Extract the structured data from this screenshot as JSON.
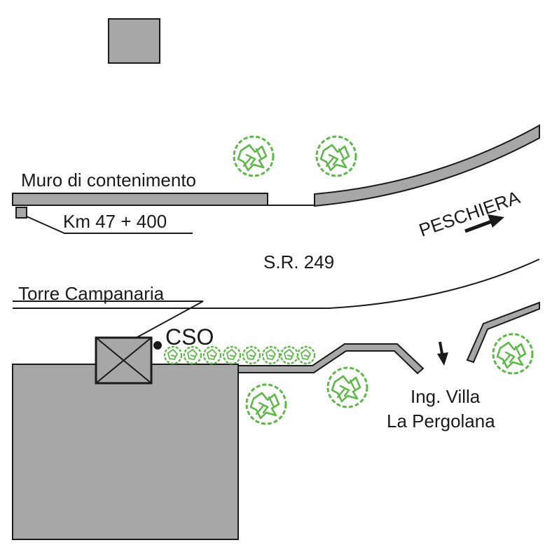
{
  "colors": {
    "building_fill": "#a7a7a7",
    "outline": "#1a1a1a",
    "tree_green": "#5cb847",
    "background": "#ffffff"
  },
  "labels": {
    "muro": "Muro di contenimento",
    "km": "Km 47 + 400",
    "peschiera": "PESCHIERA",
    "road": "S.R. 249",
    "torre": "Torre Campanaria",
    "cso": "CSO",
    "villa_line1": "Ing. Villa",
    "villa_line2": "La Pergolana"
  },
  "icons": {
    "tree": "tree-icon",
    "direction_arrow": "arrow-right-icon",
    "entrance_arrow": "arrow-down-icon",
    "cso_marker": "dot-marker-icon",
    "tower": "tower-cross-icon"
  }
}
